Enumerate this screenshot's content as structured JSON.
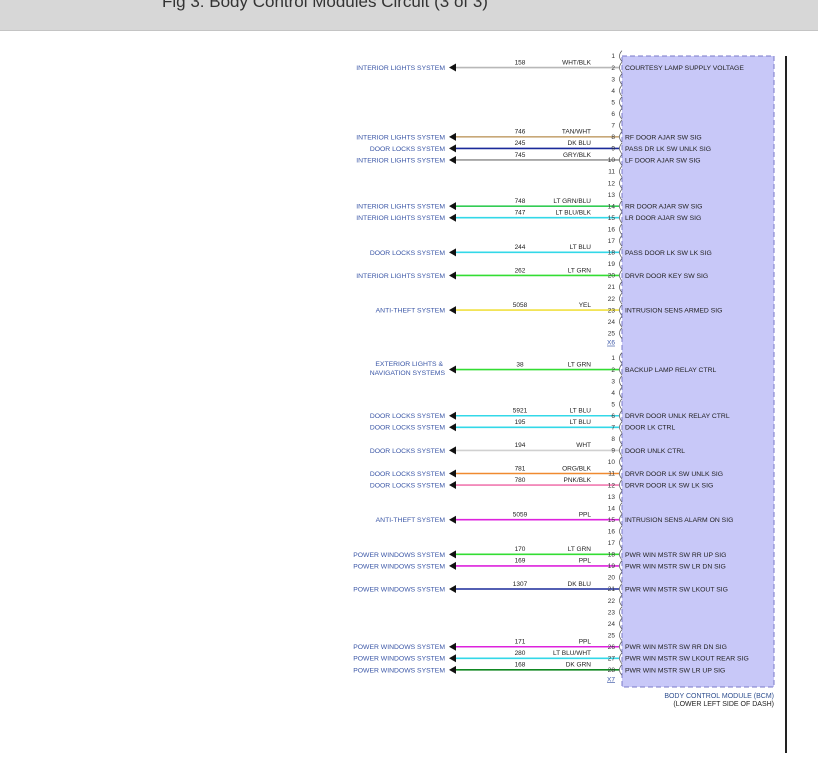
{
  "page_title": "Fig 3: Body Control Modules Circuit (3 of 3)",
  "module": {
    "name": "BODY CONTROL MODULE (BCM)",
    "location": "(LOWER LEFT SIDE OF DASH)",
    "fill_color": "#c8c8f8",
    "border_color": "#7a7ac8"
  },
  "connectors": [
    {
      "id": "X6",
      "pins": [
        {
          "pin": "1"
        },
        {
          "pin": "2",
          "system": "INTERIOR LIGHTS SYSTEM",
          "circuit": "158",
          "color": "WHT/BLK",
          "wire_color": "#b8b8b8",
          "signal": "COURTESY LAMP SUPPLY VOLTAGE"
        },
        {
          "pin": "3"
        },
        {
          "pin": "4"
        },
        {
          "pin": "5"
        },
        {
          "pin": "6"
        },
        {
          "pin": "7"
        },
        {
          "pin": "8",
          "system": "INTERIOR LIGHTS SYSTEM",
          "circuit": "746",
          "color": "TAN/WHT",
          "wire_color": "#c8a878",
          "signal": "RF DOOR AJAR SW SIG"
        },
        {
          "pin": "9",
          "system": "DOOR LOCKS SYSTEM",
          "circuit": "245",
          "color": "DK BLU",
          "wire_color": "#1a2a9a",
          "signal": "PASS DR LK SW UNLK SIG"
        },
        {
          "pin": "10",
          "system": "INTERIOR LIGHTS SYSTEM",
          "circuit": "745",
          "color": "GRY/BLK",
          "wire_color": "#9a9a9a",
          "signal": "LF DOOR AJAR SW SIG"
        },
        {
          "pin": "11"
        },
        {
          "pin": "12"
        },
        {
          "pin": "13"
        },
        {
          "pin": "14",
          "system": "INTERIOR LIGHTS SYSTEM",
          "circuit": "748",
          "color": "LT GRN/BLU",
          "wire_color": "#33cc55",
          "signal": "RR DOOR AJAR SW SIG"
        },
        {
          "pin": "15",
          "system": "INTERIOR LIGHTS SYSTEM",
          "circuit": "747",
          "color": "LT BLU/BLK",
          "wire_color": "#33d8e8",
          "signal": "LR DOOR AJAR SW SIG"
        },
        {
          "pin": "16"
        },
        {
          "pin": "17"
        },
        {
          "pin": "18",
          "system": "DOOR LOCKS SYSTEM",
          "circuit": "244",
          "color": "LT BLU",
          "wire_color": "#33d8e8",
          "signal": "PASS DOOR LK SW LK SIG"
        },
        {
          "pin": "19"
        },
        {
          "pin": "20",
          "system": "INTERIOR LIGHTS SYSTEM",
          "circuit": "262",
          "color": "LT GRN",
          "wire_color": "#33dd33",
          "signal": "DRVR DOOR KEY SW SIG"
        },
        {
          "pin": "21"
        },
        {
          "pin": "22"
        },
        {
          "pin": "23",
          "system": "ANTI-THEFT SYSTEM",
          "circuit": "5058",
          "color": "YEL",
          "wire_color": "#f0e040",
          "signal": "INTRUSION SENS ARMED SIG"
        },
        {
          "pin": "24"
        },
        {
          "pin": "25"
        }
      ]
    },
    {
      "id": "X7",
      "pins": [
        {
          "pin": "1"
        },
        {
          "pin": "2",
          "system": "EXTERIOR LIGHTS &",
          "system_line2": "NAVIGATION SYSTEMS",
          "circuit": "38",
          "color": "LT GRN",
          "wire_color": "#33dd33",
          "signal": "BACKUP LAMP RELAY CTRL"
        },
        {
          "pin": "3"
        },
        {
          "pin": "4"
        },
        {
          "pin": "5"
        },
        {
          "pin": "6",
          "system": "DOOR LOCKS SYSTEM",
          "circuit": "5921",
          "color": "LT BLU",
          "wire_color": "#33d8e8",
          "signal": "DRVR DOOR UNLK RELAY CTRL"
        },
        {
          "pin": "7",
          "system": "DOOR LOCKS SYSTEM",
          "circuit": "195",
          "color": "LT BLU",
          "wire_color": "#33d8e8",
          "signal": "DOOR LK CTRL"
        },
        {
          "pin": "8"
        },
        {
          "pin": "9",
          "system": "DOOR LOCKS SYSTEM",
          "circuit": "194",
          "color": "WHT",
          "wire_color": "#d0d0d0",
          "signal": "DOOR UNLK CTRL"
        },
        {
          "pin": "10"
        },
        {
          "pin": "11",
          "system": "DOOR LOCKS SYSTEM",
          "circuit": "781",
          "color": "ORG/BLK",
          "wire_color": "#f08a30",
          "signal": "DRVR DOOR LK SW UNLK SIG"
        },
        {
          "pin": "12",
          "system": "DOOR LOCKS SYSTEM",
          "circuit": "780",
          "color": "PNK/BLK",
          "wire_color": "#f07ab0",
          "signal": "DRVR DOOR LK SW LK SIG"
        },
        {
          "pin": "13"
        },
        {
          "pin": "14"
        },
        {
          "pin": "15",
          "system": "ANTI-THEFT SYSTEM",
          "circuit": "5059",
          "color": "PPL",
          "wire_color": "#dd22dd",
          "signal": "INTRUSION SENS ALARM ON SIG"
        },
        {
          "pin": "16"
        },
        {
          "pin": "17"
        },
        {
          "pin": "18",
          "system": "POWER WINDOWS SYSTEM",
          "circuit": "170",
          "color": "LT GRN",
          "wire_color": "#33dd33",
          "signal": "PWR WIN MSTR SW RR UP SIG"
        },
        {
          "pin": "19",
          "system": "POWER WINDOWS SYSTEM",
          "circuit": "169",
          "color": "PPL",
          "wire_color": "#dd22dd",
          "signal": "PWR WIN MSTR SW LR DN SIG"
        },
        {
          "pin": "20"
        },
        {
          "pin": "21",
          "system": "POWER WINDOWS SYSTEM",
          "circuit": "1307",
          "color": "DK BLU",
          "wire_color": "#1a2a9a",
          "signal": "PWR WIN MSTR SW LKOUT SIG"
        },
        {
          "pin": "22"
        },
        {
          "pin": "23"
        },
        {
          "pin": "24"
        },
        {
          "pin": "25"
        },
        {
          "pin": "26",
          "system": "POWER WINDOWS SYSTEM",
          "circuit": "171",
          "color": "PPL",
          "wire_color": "#dd22dd",
          "signal": "PWR WIN MSTR SW RR DN SIG"
        },
        {
          "pin": "27",
          "system": "POWER WINDOWS SYSTEM",
          "circuit": "280",
          "color": "LT BLU/WHT",
          "wire_color": "#33d8e8",
          "signal": "PWR WIN MSTR SW LKOUT REAR SIG"
        },
        {
          "pin": "28",
          "system": "POWER WINDOWS SYSTEM",
          "circuit": "168",
          "color": "DK GRN",
          "wire_color": "#118822",
          "signal": "PWR WIN MSTR SW LR UP SIG"
        }
      ]
    }
  ]
}
